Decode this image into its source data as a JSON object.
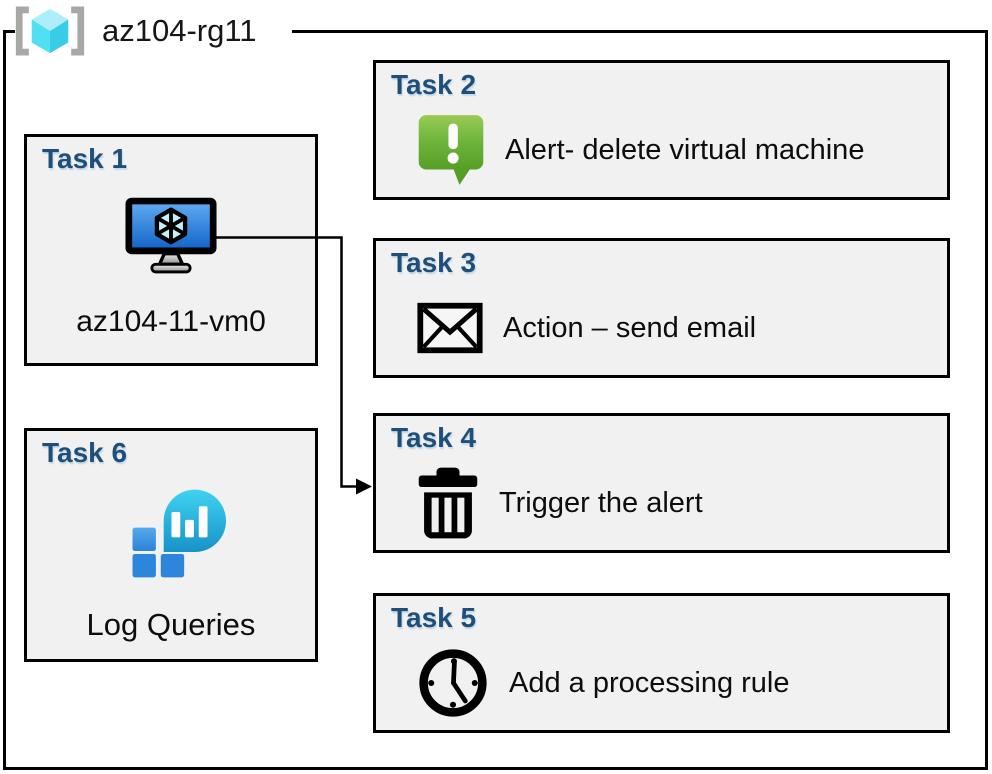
{
  "resource_group": {
    "label": "az104-rg11",
    "icon": "resource-group-icon"
  },
  "tasks": [
    {
      "title": "Task 1",
      "label": "az104-11-vm0",
      "icon": "virtual-machine-icon"
    },
    {
      "title": "Task 2",
      "label": "Alert- delete virtual machine",
      "icon": "alert-message-icon"
    },
    {
      "title": "Task 3",
      "label": "Action – send email",
      "icon": "email-envelope-icon"
    },
    {
      "title": "Task 4",
      "label": "Trigger the alert",
      "icon": "trash-delete-icon"
    },
    {
      "title": "Task 5",
      "label": "Add a processing rule",
      "icon": "clock-icon"
    },
    {
      "title": "Task 6",
      "label": "Log Queries",
      "icon": "log-analytics-icon"
    }
  ],
  "connector": {
    "from": "Task 1",
    "to": "Task 4"
  },
  "colors": {
    "title_blue": "#1F4E79",
    "box_background": "#F1F1F1",
    "border_black": "#000000",
    "alert_green": "#6CB33A",
    "vm_screen_blue": "#1B75D0",
    "log_teal": "#29BBE0",
    "log_blue": "#2E8AE0",
    "rg_cube_cyan": "#50E6FF",
    "bracket_gray": "#A8A8A8"
  }
}
